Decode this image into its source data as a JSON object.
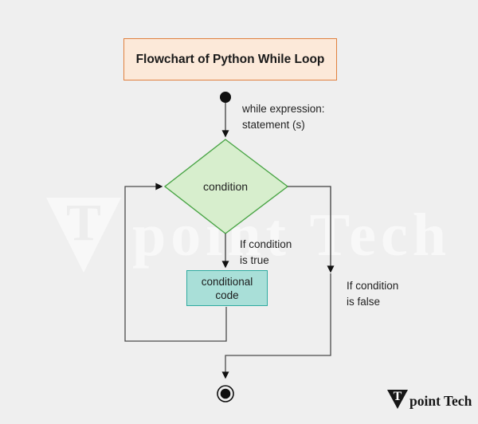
{
  "title": "Flowchart of Python While Loop",
  "flow": {
    "start_label": "while expression:\nstatement (s)",
    "condition_label": "condition",
    "true_label": "If condition\nis true",
    "false_label": "If condition\nis false",
    "process_label": "conditional\ncode"
  },
  "watermark": {
    "t": "T",
    "text": "point Tech"
  },
  "logo": {
    "t": "T",
    "text": "point Tech"
  },
  "colors": {
    "background": "#efefef",
    "title_fill": "#fce9d9",
    "title_border": "#e0813f",
    "diamond_fill": "#d7eecd",
    "diamond_border": "#4aa546",
    "process_fill": "#a9dfd8",
    "process_border": "#2faaa0",
    "line": "#3d3d3d",
    "arrowhead": "#111111",
    "text": "#222222"
  }
}
